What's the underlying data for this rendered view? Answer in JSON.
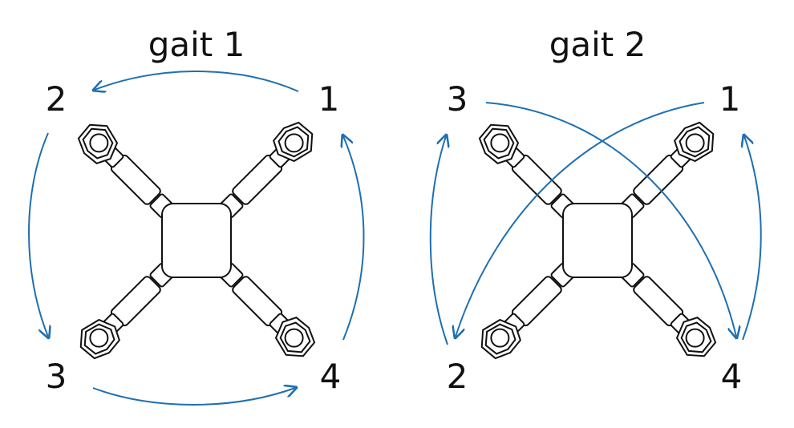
{
  "diagrams": [
    {
      "title": "gait 1",
      "legs": {
        "top_right": "1",
        "top_left": "2",
        "bottom_left": "3",
        "bottom_right": "4"
      }
    },
    {
      "title": "gait 2",
      "legs": {
        "top_right": "1",
        "top_left": "3",
        "bottom_left": "2",
        "bottom_right": "4"
      }
    }
  ],
  "colors": {
    "arrow": "#1f6fb2",
    "line": "#111111"
  }
}
